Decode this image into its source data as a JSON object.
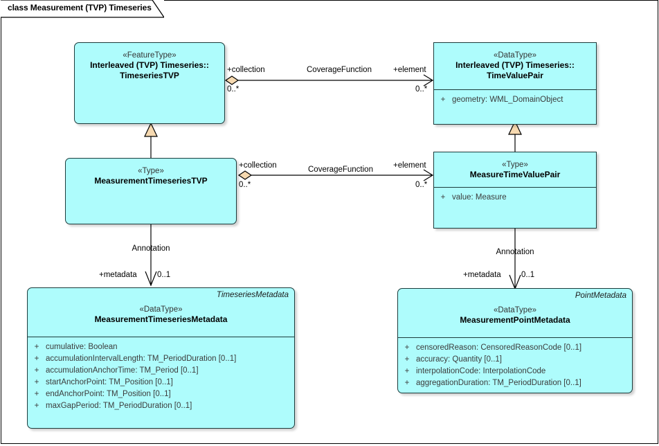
{
  "diagram": {
    "tab_title": "class Measurement (TVP) Timeseries",
    "colors": {
      "class_fill": "#aefcfc",
      "class_border": "#1b3b3b",
      "adornment_fill": "#f6d9b0",
      "line": "#000000",
      "frame": "#000000",
      "attribute_text": "#3b3b3b"
    }
  },
  "classes": {
    "timeseries_tvp": {
      "stereotype": "«FeatureType»",
      "name": "Interleaved (TVP) Timeseries::\nTimeseriesTVP",
      "attributes": []
    },
    "time_value_pair": {
      "stereotype": "«DataType»",
      "name": "Interleaved (TVP) Timeseries::\nTimeValuePair",
      "attributes": [
        {
          "visibility": "+",
          "text": "geometry: WML_DomainObject"
        }
      ]
    },
    "measurement_timeseries_tvp": {
      "stereotype": "«Type»",
      "name": "MeasurementTimeseriesTVP",
      "attributes": []
    },
    "measure_time_value_pair": {
      "stereotype": "«Type»",
      "name": "MeasureTimeValuePair",
      "attributes": [
        {
          "visibility": "+",
          "text": "value: Measure"
        }
      ]
    },
    "measurement_timeseries_metadata": {
      "alias": "TimeseriesMetadata",
      "stereotype": "«DataType»",
      "name": "MeasurementTimeseriesMetadata",
      "attributes": [
        {
          "visibility": "+",
          "text": "cumulative: Boolean"
        },
        {
          "visibility": "+",
          "text": "accumulationIntervalLength: TM_PeriodDuration [0..1]"
        },
        {
          "visibility": "+",
          "text": "accumulationAnchorTime: TM_Period [0..1]"
        },
        {
          "visibility": "+",
          "text": "startAnchorPoint: TM_Position [0..1]"
        },
        {
          "visibility": "+",
          "text": "endAnchorPoint: TM_Position [0..1]"
        },
        {
          "visibility": "+",
          "text": "maxGapPeriod: TM_PeriodDuration [0..1]"
        }
      ]
    },
    "measurement_point_metadata": {
      "alias": "PointMetadata",
      "stereotype": "«DataType»",
      "name": "MeasurementPointMetadata",
      "attributes": [
        {
          "visibility": "+",
          "text": "censoredReason: CensoredReasonCode [0..1]"
        },
        {
          "visibility": "+",
          "text": "accuracy: Quantity [0..1]"
        },
        {
          "visibility": "+",
          "text": "interpolationCode: InterpolationCode"
        },
        {
          "visibility": "+",
          "text": "aggregationDuration: TM_PeriodDuration [0..1]"
        }
      ]
    }
  },
  "connectors": {
    "coverage_function_top": {
      "name": "CoverageFunction",
      "source_role": "+collection",
      "source_multiplicity": "0..*",
      "target_role": "+element",
      "target_multiplicity": "0..*"
    },
    "coverage_function_bottom": {
      "name": "CoverageFunction",
      "source_role": "+collection",
      "source_multiplicity": "0..*",
      "target_role": "+element",
      "target_multiplicity": "0..*"
    },
    "annotation_left": {
      "name": "Annotation",
      "source_role": "+metadata",
      "target_multiplicity": "0..1"
    },
    "annotation_right": {
      "name": "Annotation",
      "source_role": "+metadata",
      "target_multiplicity": "0..1"
    }
  }
}
